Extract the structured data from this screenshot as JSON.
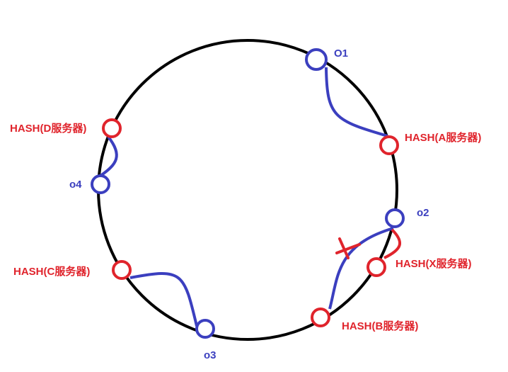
{
  "colors": {
    "ring": "#000000",
    "server": "#e0242c",
    "object": "#3b3fbf"
  },
  "servers": {
    "a": "HASH(A服务器)",
    "b": "HASH(B服务器)",
    "c": "HASH(C服务器)",
    "d": "HASH(D服务器)",
    "x": "HASH(X服务器)"
  },
  "objects": {
    "o1": "O1",
    "o2": "o2",
    "o3": "o3",
    "o4": "o4"
  },
  "removed_marker": "×"
}
